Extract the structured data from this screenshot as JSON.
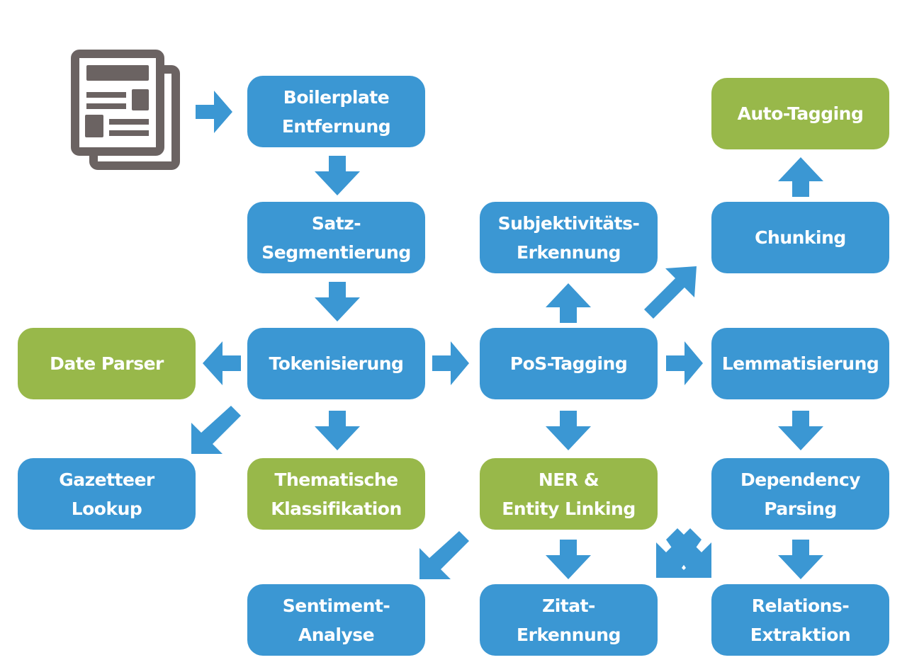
{
  "colors": {
    "process": "#3b97d3",
    "output": "#98b84a",
    "arrow": "#3b97d3",
    "icon": "#6b6362"
  },
  "source_icon": "newspaper-documents-icon",
  "nodes": {
    "boilerplate": {
      "lines": [
        "Boilerplate",
        "Entfernung"
      ],
      "type": "process"
    },
    "satz": {
      "lines": [
        "Satz-",
        "Segmentierung"
      ],
      "type": "process"
    },
    "tokenisierung": {
      "lines": [
        "Tokenisierung"
      ],
      "type": "process"
    },
    "date_parser": {
      "lines": [
        "Date Parser"
      ],
      "type": "output"
    },
    "gazetteer": {
      "lines": [
        "Gazetteer",
        "Lookup"
      ],
      "type": "process"
    },
    "thematische": {
      "lines": [
        "Thematische",
        "Klassifikation"
      ],
      "type": "output"
    },
    "pos": {
      "lines": [
        "PoS-Tagging"
      ],
      "type": "process"
    },
    "subjektivitaet": {
      "lines": [
        "Subjektivitäts-",
        "Erkennung"
      ],
      "type": "process"
    },
    "ner": {
      "lines": [
        "NER &",
        "Entity Linking"
      ],
      "type": "output"
    },
    "sentiment": {
      "lines": [
        "Sentiment-",
        "Analyse"
      ],
      "type": "process"
    },
    "zitat": {
      "lines": [
        "Zitat-",
        "Erkennung"
      ],
      "type": "process"
    },
    "auto_tagging": {
      "lines": [
        "Auto-Tagging"
      ],
      "type": "output"
    },
    "chunking": {
      "lines": [
        "Chunking"
      ],
      "type": "process"
    },
    "lemmatisierung": {
      "lines": [
        "Lemmatisierung"
      ],
      "type": "process"
    },
    "dependency": {
      "lines": [
        "Dependency",
        "Parsing"
      ],
      "type": "process"
    },
    "relations": {
      "lines": [
        "Relations-",
        "Extraktion"
      ],
      "type": "process"
    }
  },
  "edges": [
    {
      "from": "source",
      "to": "boilerplate"
    },
    {
      "from": "boilerplate",
      "to": "satz"
    },
    {
      "from": "satz",
      "to": "tokenisierung"
    },
    {
      "from": "tokenisierung",
      "to": "date_parser"
    },
    {
      "from": "tokenisierung",
      "to": "gazetteer"
    },
    {
      "from": "tokenisierung",
      "to": "thematische"
    },
    {
      "from": "tokenisierung",
      "to": "pos"
    },
    {
      "from": "pos",
      "to": "subjektivitaet"
    },
    {
      "from": "pos",
      "to": "chunking"
    },
    {
      "from": "pos",
      "to": "lemmatisierung"
    },
    {
      "from": "pos",
      "to": "ner"
    },
    {
      "from": "chunking",
      "to": "auto_tagging"
    },
    {
      "from": "lemmatisierung",
      "to": "dependency"
    },
    {
      "from": "dependency",
      "to": "relations"
    },
    {
      "from": "ner",
      "to": "sentiment"
    },
    {
      "from": "ner",
      "to": "zitat"
    },
    {
      "from": "ner",
      "to": "relations"
    },
    {
      "from": "dependency",
      "to": "zitat"
    }
  ]
}
